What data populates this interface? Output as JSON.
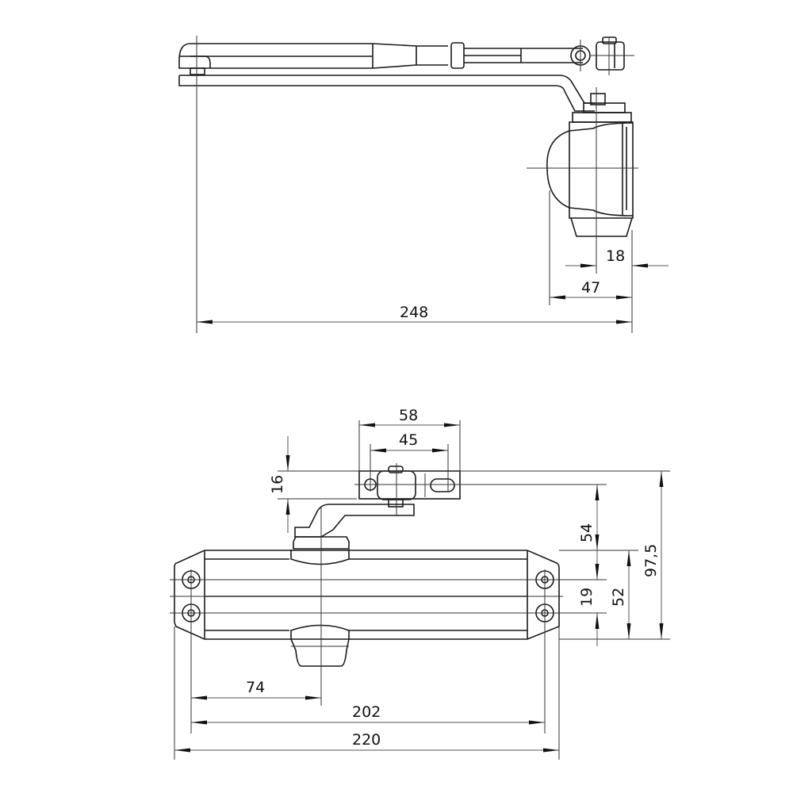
{
  "drawing": {
    "subject": "Door closer technical drawing",
    "views": [
      {
        "name": "side-view",
        "dimensions": {
          "overall_length": "248",
          "body_depth": "47",
          "arm_offset": "18"
        }
      },
      {
        "name": "top-view",
        "dimensions": {
          "bracket_width": "58",
          "bracket_hole_spacing": "45",
          "bracket_height": "16",
          "arm_to_body": "54",
          "hole_spacing_vertical": "19",
          "body_height": "52",
          "overall_height": "97,5",
          "pivot_offset": "74",
          "hole_spacing_horizontal": "202",
          "body_length": "220"
        }
      }
    ]
  }
}
